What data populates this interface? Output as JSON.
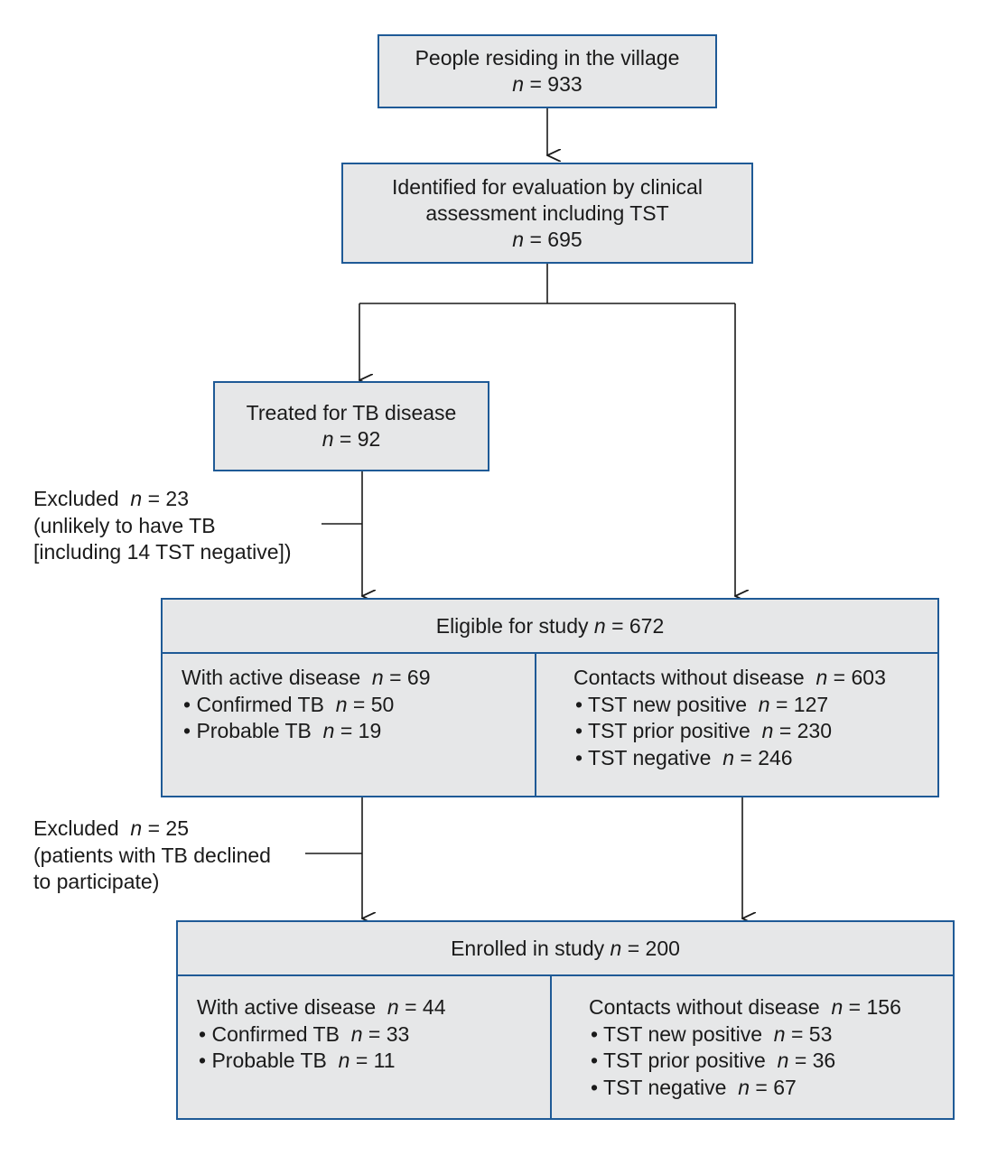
{
  "n_symbol": "n",
  "box1": {
    "line1": "People residing in the village",
    "n": "= 933"
  },
  "box2": {
    "line1": "Identified for evaluation by clinical",
    "line2": "assessment including TST",
    "n": "= 695"
  },
  "box3": {
    "line1": "Treated for TB disease",
    "n": "= 92"
  },
  "excluded1": {
    "label": "Excluded",
    "n": "= 23",
    "line2": "(unlikely to have TB",
    "line3": "[including 14 TST negative])"
  },
  "eligible": {
    "header": "Eligible for study",
    "header_n": "= 672",
    "left": {
      "title": "With active disease",
      "title_n": "= 69",
      "items": [
        {
          "label": "Confirmed TB",
          "n": "= 50"
        },
        {
          "label": "Probable TB",
          "n": "= 19"
        }
      ]
    },
    "right": {
      "title": "Contacts without disease",
      "title_n": "= 603",
      "items": [
        {
          "label": "TST new positive",
          "n": "= 127"
        },
        {
          "label": "TST prior positive",
          "n": "= 230"
        },
        {
          "label": "TST negative",
          "n": "= 246"
        }
      ]
    }
  },
  "excluded2": {
    "label": "Excluded",
    "n": "= 25",
    "line2": "(patients with TB declined",
    "line3": "to participate)"
  },
  "enrolled": {
    "header": "Enrolled in study",
    "header_n": "= 200",
    "left": {
      "title": "With active disease",
      "title_n": "= 44",
      "items": [
        {
          "label": "Confirmed TB",
          "n": "= 33"
        },
        {
          "label": "Probable TB",
          "n": "= 11"
        }
      ]
    },
    "right": {
      "title": "Contacts without disease",
      "title_n": "= 156",
      "items": [
        {
          "label": "TST new positive",
          "n": "= 53"
        },
        {
          "label": "TST prior positive",
          "n": "= 36"
        },
        {
          "label": "TST negative",
          "n": "= 67"
        }
      ]
    }
  },
  "colors": {
    "box_fill": "#e6e7e8",
    "box_border": "#1f5a96",
    "line": "#1a1a1a"
  }
}
